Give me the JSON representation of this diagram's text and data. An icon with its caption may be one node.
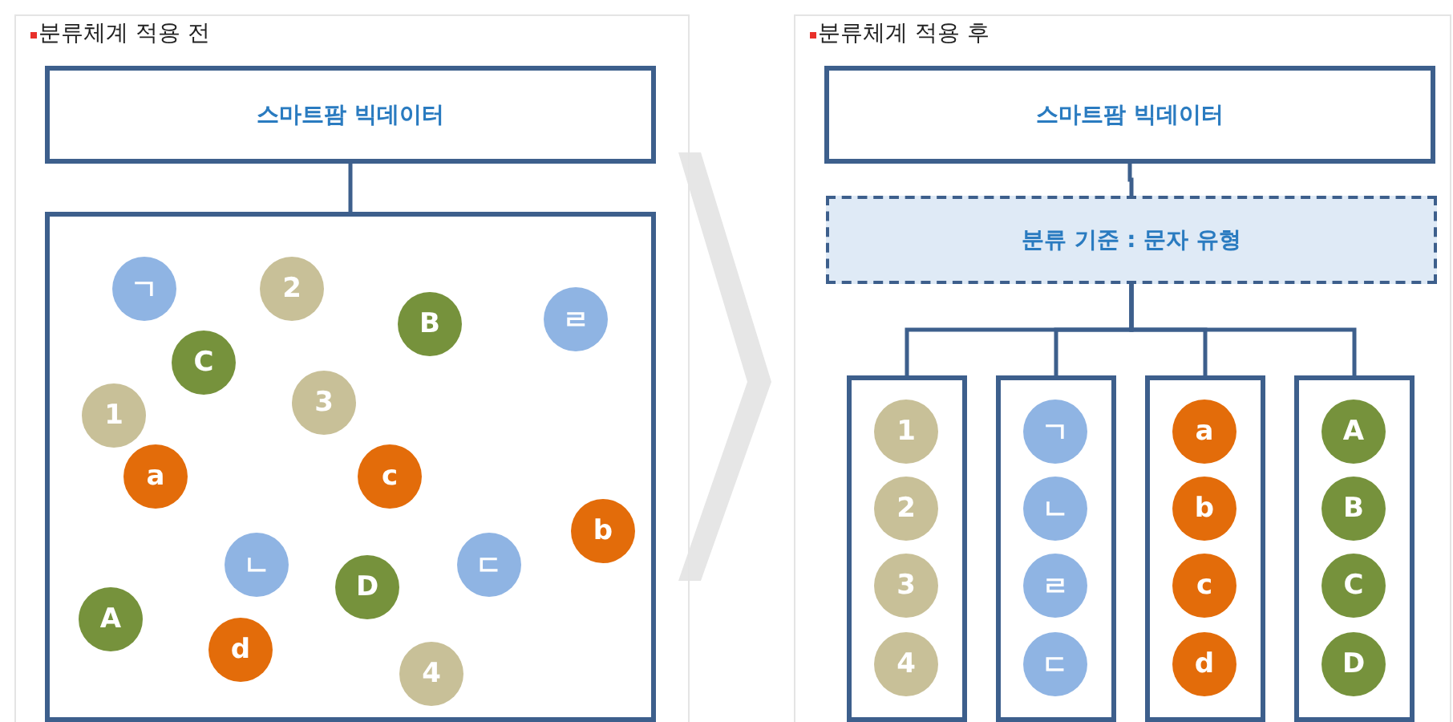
{
  "diagram": {
    "nodes": [
      {
        "text": [
          "분류체계 적용 전"
        ]
      },
      {
        "text": [
          "스마트팜 빅데이터"
        ],
        "in": 0
      },
      {
        "text": [],
        "shape": "box",
        "in": 0
      },
      {
        "text": [
          "ㄱ"
        ],
        "in": 2
      },
      {
        "text": [
          "2"
        ],
        "in": 2
      },
      {
        "text": [
          "B"
        ],
        "in": 2
      },
      {
        "text": [
          "ㄹ"
        ],
        "in": 2
      },
      {
        "text": [
          "C"
        ],
        "in": 2
      },
      {
        "text": [
          "1"
        ],
        "in": 2
      },
      {
        "text": [
          "3"
        ],
        "in": 2
      },
      {
        "text": [
          "a"
        ],
        "in": 2
      },
      {
        "text": [
          "c"
        ],
        "in": 2
      },
      {
        "text": [
          "b"
        ],
        "in": 2
      },
      {
        "text": [
          "ㄴ"
        ],
        "in": 2
      },
      {
        "text": [
          "D"
        ],
        "in": 2
      },
      {
        "text": [
          "ㄷ"
        ],
        "in": 2
      },
      {
        "text": [
          "A"
        ],
        "in": 2
      },
      {
        "text": [
          "d"
        ],
        "in": 2
      },
      {
        "text": [
          "4"
        ],
        "in": 2
      },
      {
        "text": [
          "분류체계 적용 후"
        ]
      },
      {
        "text": [
          "스마트팜 빅데이터"
        ],
        "in": 19
      },
      {
        "text": [
          "분류 기준 : 문자 유형"
        ],
        "in": 19
      },
      {
        "text": [],
        "shape": "box",
        "in": 19
      },
      {
        "text": [],
        "shape": "box",
        "in": 19
      },
      {
        "text": [],
        "shape": "box",
        "in": 19
      },
      {
        "text": [],
        "shape": "box",
        "in": 19
      },
      {
        "text": [
          "1"
        ],
        "in": 22
      },
      {
        "text": [
          "2"
        ],
        "in": 22
      },
      {
        "text": [
          "3"
        ],
        "in": 22
      },
      {
        "text": [
          "4"
        ],
        "in": 22
      },
      {
        "text": [
          "ㄱ"
        ],
        "in": 23
      },
      {
        "text": [
          "ㄴ"
        ],
        "in": 23
      },
      {
        "text": [
          "ㄹ"
        ],
        "in": 23
      },
      {
        "text": [
          "ㄷ"
        ],
        "in": 23
      },
      {
        "text": [
          "a"
        ],
        "in": 24
      },
      {
        "text": [
          "b"
        ],
        "in": 24
      },
      {
        "text": [
          "c"
        ],
        "in": 24
      },
      {
        "text": [
          "d"
        ],
        "in": 24
      },
      {
        "text": [
          "A"
        ],
        "in": 25
      },
      {
        "text": [
          "B"
        ],
        "in": 25
      },
      {
        "text": [
          "C"
        ],
        "in": 25
      },
      {
        "text": [
          "D"
        ],
        "in": 25
      }
    ],
    "edges": [
      {
        "from": 1,
        "to": 2,
        "arrow": "none"
      },
      {
        "from": 20,
        "to": 21,
        "arrow": "none"
      },
      {
        "from": 21,
        "to": 22,
        "arrow": "none"
      },
      {
        "from": 21,
        "to": 23,
        "arrow": "none"
      },
      {
        "from": 21,
        "to": 24,
        "arrow": "none"
      },
      {
        "from": 21,
        "to": 25,
        "arrow": "none"
      }
    ]
  }
}
